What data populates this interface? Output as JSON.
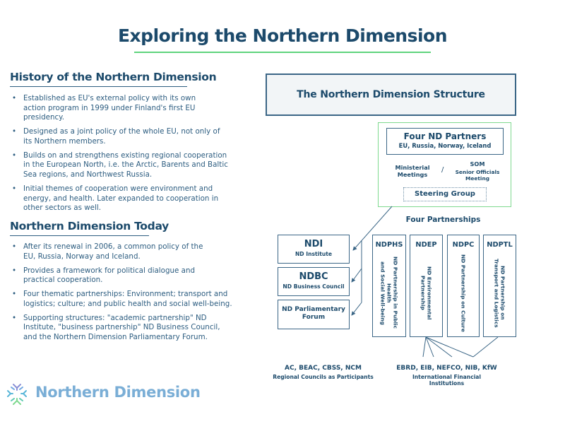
{
  "title": "Exploring the Northern Dimension",
  "history": {
    "heading": "History of the Northern Dimension",
    "bullets": [
      "Established as EU's external policy with its own action program in 1999 under Finland's first EU presidency.",
      "Designed as a joint policy of the whole EU, not only of its Northern members.",
      "Builds on and strengthens existing regional cooperation in the European North, i.e. the Arctic, Barents and Baltic Sea regions, and Northwest Russia.",
      "Initial themes of cooperation were environment and energy, and health. Later expanded to cooperation in other sectors as well."
    ]
  },
  "today": {
    "heading": "Northern Dimension Today",
    "bullets": [
      "After its renewal in 2006, a common policy of the EU, Russia, Norway and Iceland.",
      "Provides a framework for political dialogue and practical cooperation.",
      "Four thematic partnerships: Environment; transport and logistics; culture; and public health and social well-being.",
      "Supporting structures: \"academic partnership\" ND Institute, \"business partnership\" ND Business Council, and the Northern Dimension Parliamentary Forum."
    ]
  },
  "structure": {
    "title": "The Northern Dimension Structure",
    "partners": {
      "title": "Four ND Partners",
      "members": "EU, Russia, Norway, Iceland"
    },
    "ministerial": "Ministerial\nMeetings",
    "separator": "/",
    "som": {
      "abbr": "SOM",
      "full": "Senior Officials\nMeeting"
    },
    "steering_group": "Steering Group",
    "four_partnerships_label": "Four Partnerships",
    "supporting": [
      {
        "abbr": "NDI",
        "full": "ND Institute"
      },
      {
        "abbr": "NDBC",
        "full": "ND Business Council"
      },
      {
        "abbr": "",
        "full": "ND Parliamentary\nForum"
      }
    ],
    "partnerships": [
      {
        "abbr": "NDPHS",
        "full": "ND Partnership in Public Health\nand Social Well-being"
      },
      {
        "abbr": "NDEP",
        "full": "ND Environmental\nPartnership"
      },
      {
        "abbr": "NDPC",
        "full": "ND Partnership on Culture"
      },
      {
        "abbr": "NDPTL",
        "full": "ND Partnership on\nTransport and Logistics"
      }
    ],
    "regional_councils": {
      "list": "AC, BEAC, CBSS, NCM",
      "label": "Regional Councils as Participants"
    },
    "ifis": {
      "list": "EBRD, EIB, NEFCO, NIB, KfW",
      "label": "International Financial Institutions"
    }
  },
  "logo": {
    "icon": "northern-dimension-logo-icon",
    "text": "Northern Dimension"
  },
  "colors": {
    "primary": "#1c4a6b",
    "accent_green": "#5fd47d",
    "logo_blue": "#7aaed6"
  }
}
